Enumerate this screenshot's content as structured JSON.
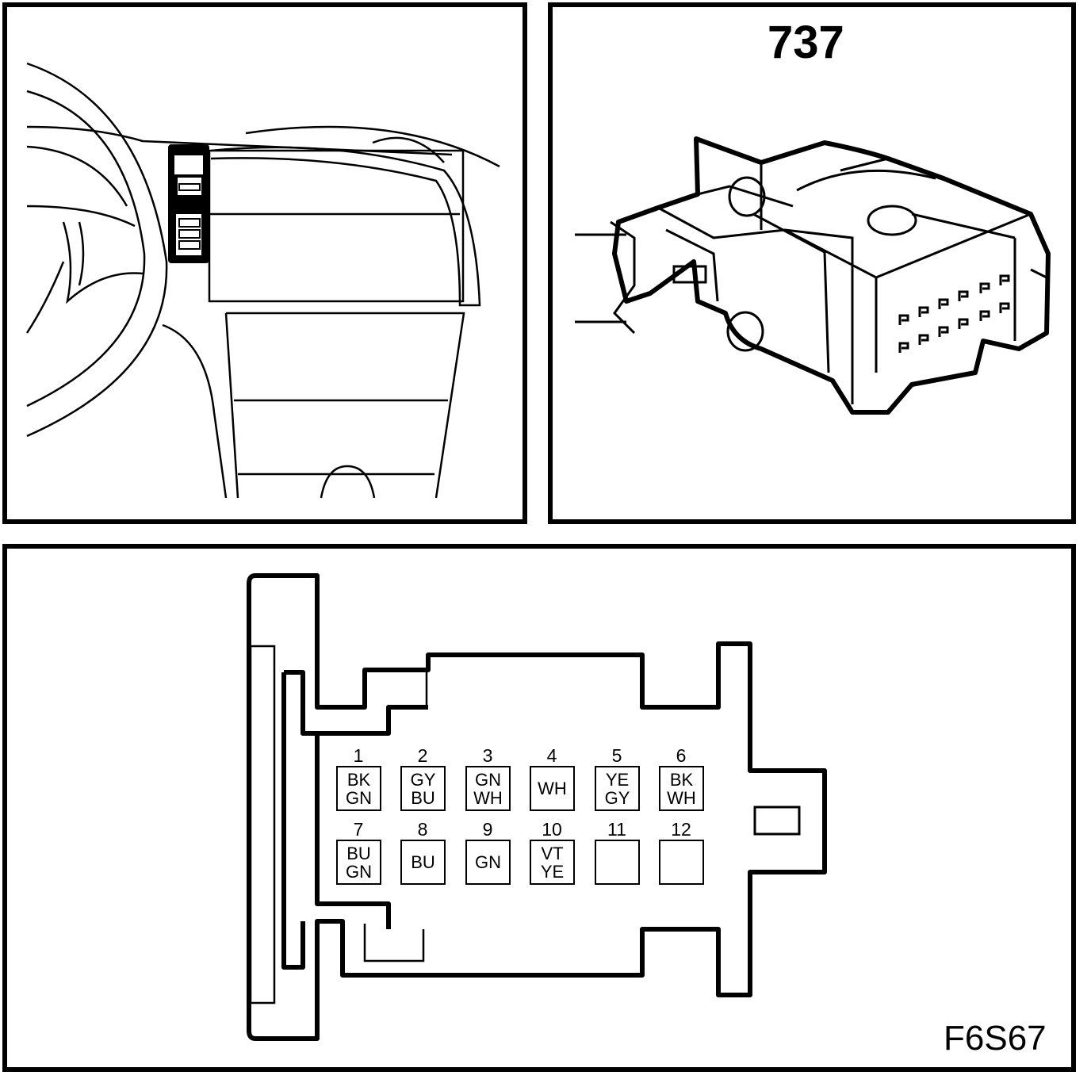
{
  "diagram": {
    "connector_number": "737",
    "figure_code": "F6S67",
    "pin_rows": [
      [
        {
          "num": "1",
          "colors": [
            "BK",
            "GN"
          ]
        },
        {
          "num": "2",
          "colors": [
            "GY",
            "BU"
          ]
        },
        {
          "num": "3",
          "colors": [
            "GN",
            "WH"
          ]
        },
        {
          "num": "4",
          "colors": [
            "WH"
          ]
        },
        {
          "num": "5",
          "colors": [
            "YE",
            "GY"
          ]
        },
        {
          "num": "6",
          "colors": [
            "BK",
            "WH"
          ]
        }
      ],
      [
        {
          "num": "7",
          "colors": [
            "BU",
            "GN"
          ]
        },
        {
          "num": "8",
          "colors": [
            "BU"
          ]
        },
        {
          "num": "9",
          "colors": [
            "GN"
          ]
        },
        {
          "num": "10",
          "colors": [
            "VT",
            "YE"
          ]
        },
        {
          "num": "11",
          "colors": []
        },
        {
          "num": "12",
          "colors": []
        }
      ]
    ]
  }
}
